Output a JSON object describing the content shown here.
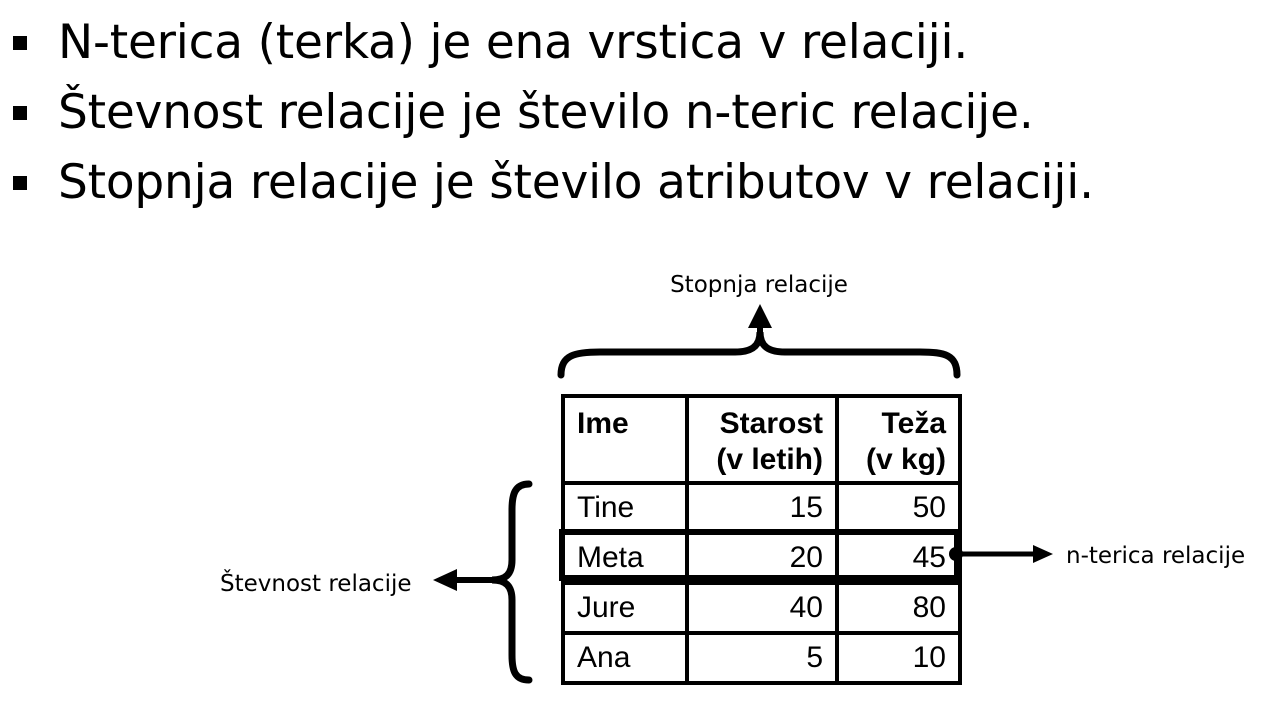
{
  "bullets": [
    "N-terica (terka) je ena vrstica v relaciji.",
    "Števnost relacije je število n-teric relacije.",
    "Stopnja relacije je število atributov v relaciji."
  ],
  "diagram": {
    "label_degree": "Stopnja relacije",
    "label_cardinality": "Števnost relacije",
    "label_tuple": "n-terica relacije"
  },
  "table": {
    "headers": [
      {
        "line1": "Ime",
        "line2": ""
      },
      {
        "line1": "Starost",
        "line2": "(v letih)"
      },
      {
        "line1": "Teža",
        "line2": "(v kg)"
      }
    ],
    "rows": [
      [
        "Tine",
        "15",
        "50"
      ],
      [
        "Meta",
        "20",
        "45"
      ],
      [
        "Jure",
        "40",
        "80"
      ],
      [
        "Ana",
        "5",
        "10"
      ]
    ],
    "highlighted_row": 1
  }
}
